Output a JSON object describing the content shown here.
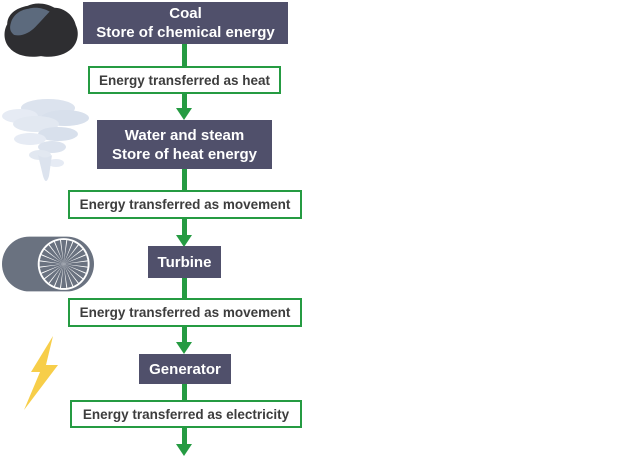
{
  "flowchart": {
    "stage_coal": {
      "line1": "Coal",
      "line2": "Store of chemical energy"
    },
    "transfer_heat": {
      "label": "Energy transferred as heat"
    },
    "stage_water_steam": {
      "line1": "Water and steam",
      "line2": "Store of heat energy"
    },
    "transfer_movement_1": {
      "label": "Energy transferred as movement"
    },
    "stage_turbine": {
      "label": "Turbine"
    },
    "transfer_movement_2": {
      "label": "Energy transferred as movement"
    },
    "stage_generator": {
      "label": "Generator"
    },
    "transfer_electricity": {
      "label": "Energy transferred as electricity"
    },
    "icons": [
      "coal-icon",
      "steam-icon",
      "turbine-icon",
      "lightning-icon"
    ],
    "colors": {
      "stage_box_background": "#50506b",
      "stage_box_text": "#ffffff",
      "transfer_border_green": "#259b42",
      "transfer_text": "#3d3d3d",
      "arrow_green": "#259b42",
      "coal_body": "#2e2e31",
      "coal_highlight": "#5c6a7d",
      "steam_cloud": "#dce3ee",
      "turbine_body": "#6a7280",
      "lightning_yellow": "#f7ce49",
      "background": "#ffffff"
    }
  }
}
